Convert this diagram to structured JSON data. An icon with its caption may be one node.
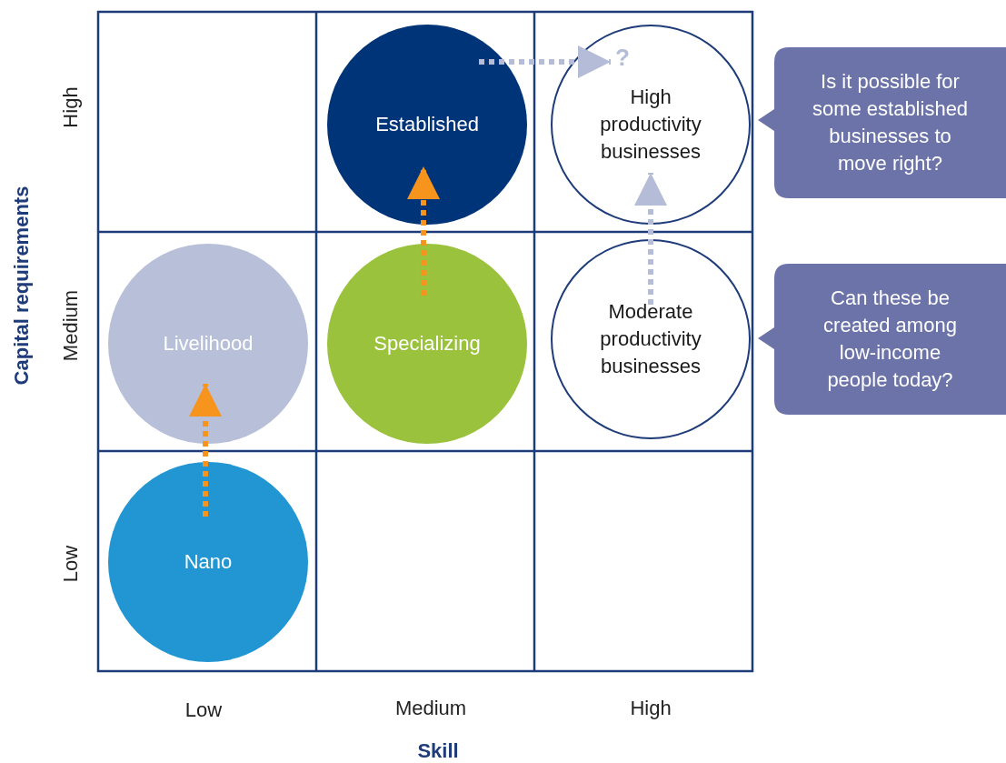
{
  "diagram": {
    "nodes": [
      {
        "text": [
          "Established"
        ]
      },
      {
        "text": [
          "High productivity businesses"
        ]
      },
      {
        "text": [
          "Livelihood"
        ]
      },
      {
        "text": [
          "Specializing"
        ]
      },
      {
        "text": [
          "Moderate productivity businesses"
        ]
      },
      {
        "text": [
          "Nano"
        ]
      },
      {
        "text": [
          "Is it possible for some established businesses to move right?"
        ]
      },
      {
        "text": [
          "Can these be created among low-income people today?"
        ]
      }
    ],
    "edges": [
      {
        "from": 5,
        "to": 2,
        "arrow": "to",
        "style": "dashed",
        "color": "#f7941d"
      },
      {
        "from": 3,
        "to": 0,
        "arrow": "to",
        "style": "dashed",
        "color": "#f7941d"
      },
      {
        "from": 4,
        "to": 1,
        "arrow": "to",
        "style": "dashed",
        "color": "#b5bcd8"
      },
      {
        "from": 0,
        "to": 1,
        "arrow": "to",
        "style": "dashed",
        "color": "#b5bcd8",
        "label": "?"
      }
    ],
    "labels": [
      "High",
      "Medium",
      "Low",
      "Capital requirements",
      "Low",
      "Medium",
      "High",
      "Skill"
    ]
  }
}
